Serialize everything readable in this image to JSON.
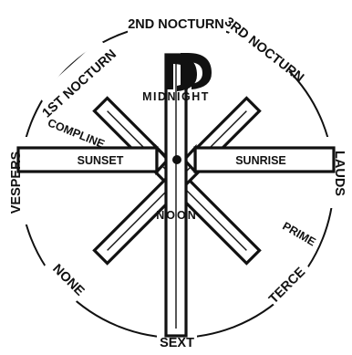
{
  "canonical_hours": {
    "ring_labels": {
      "second_nocturn": "2ND NOCTURN",
      "first_nocturn": "1ST NOCTURN",
      "third_nocturn": "3RD NOCTURN",
      "compline": "COMPLINE",
      "vespers": "VESPERS",
      "lauds": "LAUDS",
      "prime": "PRIME",
      "none": "NONE",
      "terce": "TERCE",
      "sext": "SEXT"
    },
    "inner_labels": {
      "midnight": "MIDNIGHT",
      "sunset": "SUNSET",
      "sunrise": "SUNRISE",
      "noon": "NOON"
    },
    "symbol": "chi-rho-monogram"
  }
}
